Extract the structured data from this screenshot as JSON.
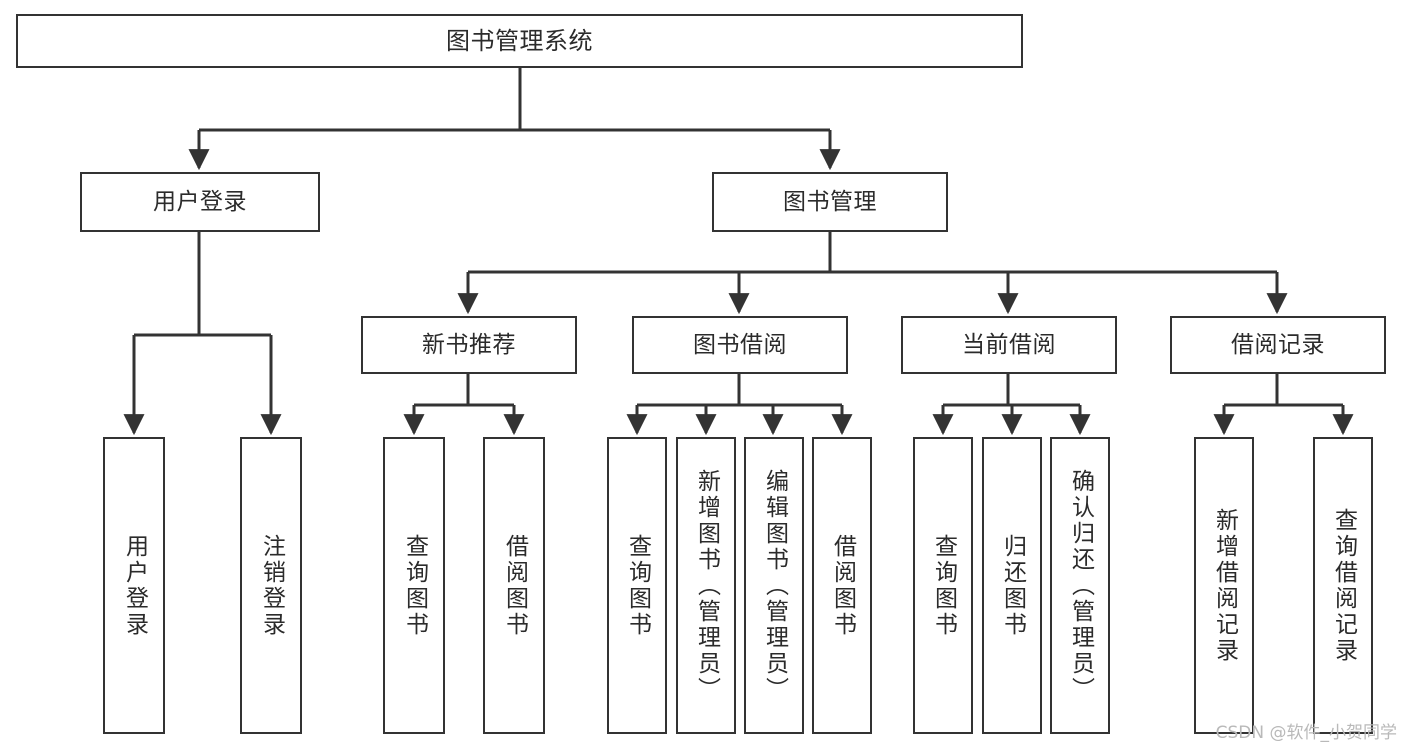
{
  "diagram": {
    "title": "图书管理系统",
    "type": "tree",
    "watermark": "CSDN @软件_小贺同学",
    "colors": {
      "background": "#ffffff",
      "node_border": "#333333",
      "node_fill": "#ffffff",
      "text": "#2b2b2b",
      "connector": "#333333",
      "watermark": "#b9b9b9"
    },
    "nodes": {
      "root": {
        "label": "图书管理系统"
      },
      "level2": [
        {
          "id": "user-login",
          "label": "用户登录"
        },
        {
          "id": "book-manage",
          "label": "图书管理"
        }
      ],
      "level3": [
        {
          "id": "new-book-rec",
          "label": "新书推荐"
        },
        {
          "id": "book-borrow",
          "label": "图书借阅"
        },
        {
          "id": "current-borrow",
          "label": "当前借阅"
        },
        {
          "id": "borrow-record",
          "label": "借阅记录"
        }
      ],
      "leaves": {
        "user-login": [
          {
            "id": "leaf-user-login",
            "label": "用户登录"
          },
          {
            "id": "leaf-logout",
            "label": "注销登录"
          }
        ],
        "new-book-rec": [
          {
            "id": "leaf-query-book-1",
            "label": "查询图书"
          },
          {
            "id": "leaf-borrow-book-1",
            "label": "借阅图书"
          }
        ],
        "book-borrow": [
          {
            "id": "leaf-query-book-2",
            "label": "查询图书"
          },
          {
            "id": "leaf-add-book",
            "label": "新增图书（管理员）"
          },
          {
            "id": "leaf-edit-book",
            "label": "编辑图书（管理员）"
          },
          {
            "id": "leaf-borrow-book-2",
            "label": "借阅图书"
          }
        ],
        "current-borrow": [
          {
            "id": "leaf-query-book-3",
            "label": "查询图书"
          },
          {
            "id": "leaf-return-book",
            "label": "归还图书"
          },
          {
            "id": "leaf-confirm-return",
            "label": "确认归还（管理员）"
          }
        ],
        "borrow-record": [
          {
            "id": "leaf-add-record",
            "label": "新增借阅记录"
          },
          {
            "id": "leaf-query-record",
            "label": "查询借阅记录"
          }
        ]
      }
    },
    "edges": [
      {
        "from": "root",
        "to": "user-login"
      },
      {
        "from": "root",
        "to": "book-manage"
      },
      {
        "from": "user-login",
        "to": "leaf-user-login"
      },
      {
        "from": "user-login",
        "to": "leaf-logout"
      },
      {
        "from": "book-manage",
        "to": "new-book-rec"
      },
      {
        "from": "book-manage",
        "to": "book-borrow"
      },
      {
        "from": "book-manage",
        "to": "current-borrow"
      },
      {
        "from": "book-manage",
        "to": "borrow-record"
      },
      {
        "from": "new-book-rec",
        "to": "leaf-query-book-1"
      },
      {
        "from": "new-book-rec",
        "to": "leaf-borrow-book-1"
      },
      {
        "from": "book-borrow",
        "to": "leaf-query-book-2"
      },
      {
        "from": "book-borrow",
        "to": "leaf-add-book"
      },
      {
        "from": "book-borrow",
        "to": "leaf-edit-book"
      },
      {
        "from": "book-borrow",
        "to": "leaf-borrow-book-2"
      },
      {
        "from": "current-borrow",
        "to": "leaf-query-book-3"
      },
      {
        "from": "current-borrow",
        "to": "leaf-return-book"
      },
      {
        "from": "current-borrow",
        "to": "leaf-confirm-return"
      },
      {
        "from": "borrow-record",
        "to": "leaf-add-record"
      },
      {
        "from": "borrow-record",
        "to": "leaf-query-record"
      }
    ]
  }
}
